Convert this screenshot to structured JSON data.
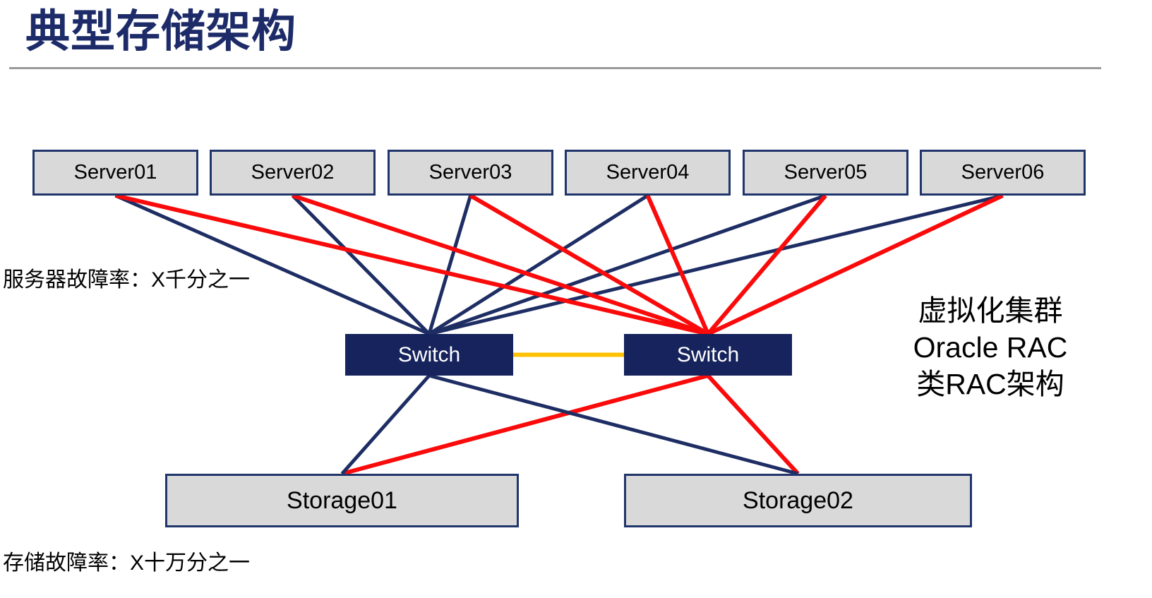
{
  "title": "典型存储架构",
  "annotations": {
    "server_failure_rate": "服务器故障率：X千分之一",
    "storage_failure_rate": "存储故障率：X十万分之一",
    "cluster_note_lines": [
      "虚拟化集群",
      "Oracle RAC",
      "类RAC架构"
    ]
  },
  "colors": {
    "navy": "#1e2e64",
    "red": "#fa0a0a",
    "gold": "#ffc000",
    "title_navy": "#1d2c69",
    "box_fill": "#d9d9d9",
    "box_border": "#20356b",
    "switch_fill": "#16235c",
    "divider_gray": "#9b9b9b"
  },
  "nodes": [
    {
      "id": "server01",
      "label": "Server01",
      "type": "server"
    },
    {
      "id": "server02",
      "label": "Server02",
      "type": "server"
    },
    {
      "id": "server03",
      "label": "Server03",
      "type": "server"
    },
    {
      "id": "server04",
      "label": "Server04",
      "type": "server"
    },
    {
      "id": "server05",
      "label": "Server05",
      "type": "server"
    },
    {
      "id": "server06",
      "label": "Server06",
      "type": "server"
    },
    {
      "id": "switch-a",
      "label": "Switch",
      "type": "switch"
    },
    {
      "id": "switch-b",
      "label": "Switch",
      "type": "switch"
    },
    {
      "id": "storage01",
      "label": "Storage01",
      "type": "storage"
    },
    {
      "id": "storage02",
      "label": "Storage02",
      "type": "storage"
    }
  ],
  "edges": [
    {
      "from": "server01",
      "fromAnchor": "bottom",
      "to": "switch-a",
      "toAnchor": "top",
      "color": "navy",
      "width": 5
    },
    {
      "from": "server02",
      "fromAnchor": "bottom",
      "to": "switch-a",
      "toAnchor": "top",
      "color": "navy",
      "width": 5
    },
    {
      "from": "server03",
      "fromAnchor": "bottom",
      "to": "switch-a",
      "toAnchor": "top",
      "color": "navy",
      "width": 5
    },
    {
      "from": "server04",
      "fromAnchor": "bottom",
      "to": "switch-a",
      "toAnchor": "top",
      "color": "navy",
      "width": 5
    },
    {
      "from": "server05",
      "fromAnchor": "bottom",
      "to": "switch-a",
      "toAnchor": "top",
      "color": "navy",
      "width": 5
    },
    {
      "from": "server06",
      "fromAnchor": "bottom",
      "to": "switch-a",
      "toAnchor": "top",
      "color": "navy",
      "width": 5
    },
    {
      "from": "server01",
      "fromAnchor": "bottom",
      "to": "switch-b",
      "toAnchor": "top",
      "color": "red",
      "width": 6
    },
    {
      "from": "server02",
      "fromAnchor": "bottom",
      "to": "switch-b",
      "toAnchor": "top",
      "color": "red",
      "width": 6
    },
    {
      "from": "server03",
      "fromAnchor": "bottom",
      "to": "switch-b",
      "toAnchor": "top",
      "color": "red",
      "width": 6
    },
    {
      "from": "server04",
      "fromAnchor": "bottom",
      "to": "switch-b",
      "toAnchor": "top",
      "color": "red",
      "width": 6
    },
    {
      "from": "server05",
      "fromAnchor": "bottom",
      "to": "switch-b",
      "toAnchor": "top",
      "color": "red",
      "width": 6
    },
    {
      "from": "server06",
      "fromAnchor": "bottom",
      "to": "switch-b",
      "toAnchor": "top",
      "color": "red",
      "width": 6
    },
    {
      "from": "switch-a",
      "fromAnchor": "right",
      "to": "switch-b",
      "toAnchor": "left",
      "color": "gold",
      "width": 6
    },
    {
      "from": "switch-b",
      "fromAnchor": "bottom",
      "to": "storage01",
      "toAnchor": "top",
      "color": "red",
      "width": 6
    },
    {
      "from": "switch-b",
      "fromAnchor": "bottom",
      "to": "storage02",
      "toAnchor": "top",
      "color": "red",
      "width": 6
    },
    {
      "from": "switch-a",
      "fromAnchor": "bottom",
      "to": "storage01",
      "toAnchor": "top",
      "color": "navy",
      "width": 5
    },
    {
      "from": "switch-a",
      "fromAnchor": "bottom",
      "to": "storage02",
      "toAnchor": "top",
      "color": "navy",
      "width": 5
    }
  ]
}
